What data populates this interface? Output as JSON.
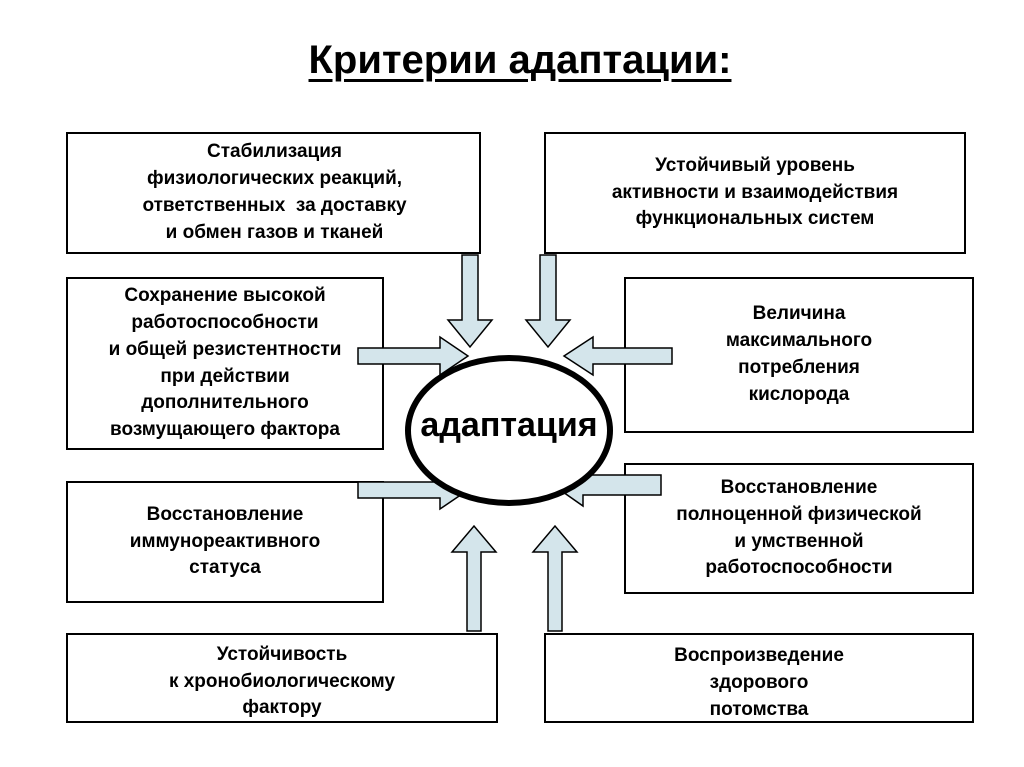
{
  "title": "Критерии адаптации:",
  "center": "адаптация",
  "boxes": {
    "b1": "Стабилизация\nфизиологических реакций,\nответственных  за доставку\nи обмен газов и тканей",
    "b2": "Устойчивый уровень\nактивности и взаимодействия\nфункциональных систем",
    "b3": "Сохранение высокой\nработоспособности\nи общей резистентности\nпри действии\nдополнительного\nвозмущающего фактора",
    "b4": "Величина\nмаксимального\nпотребления\nкислорода",
    "b5": "Восстановление\nиммунореактивного\nстатуса",
    "b6": "Восстановление\nполноценной физической\nи умственной\nработоспособности",
    "b7": "Устойчивость\nк хронобиологическому\nфактору",
    "b8": "Воспроизведение\nздорового\nпотомства"
  },
  "colors": {
    "arrow_fill": "#d4e5eb",
    "stroke": "#000000"
  }
}
